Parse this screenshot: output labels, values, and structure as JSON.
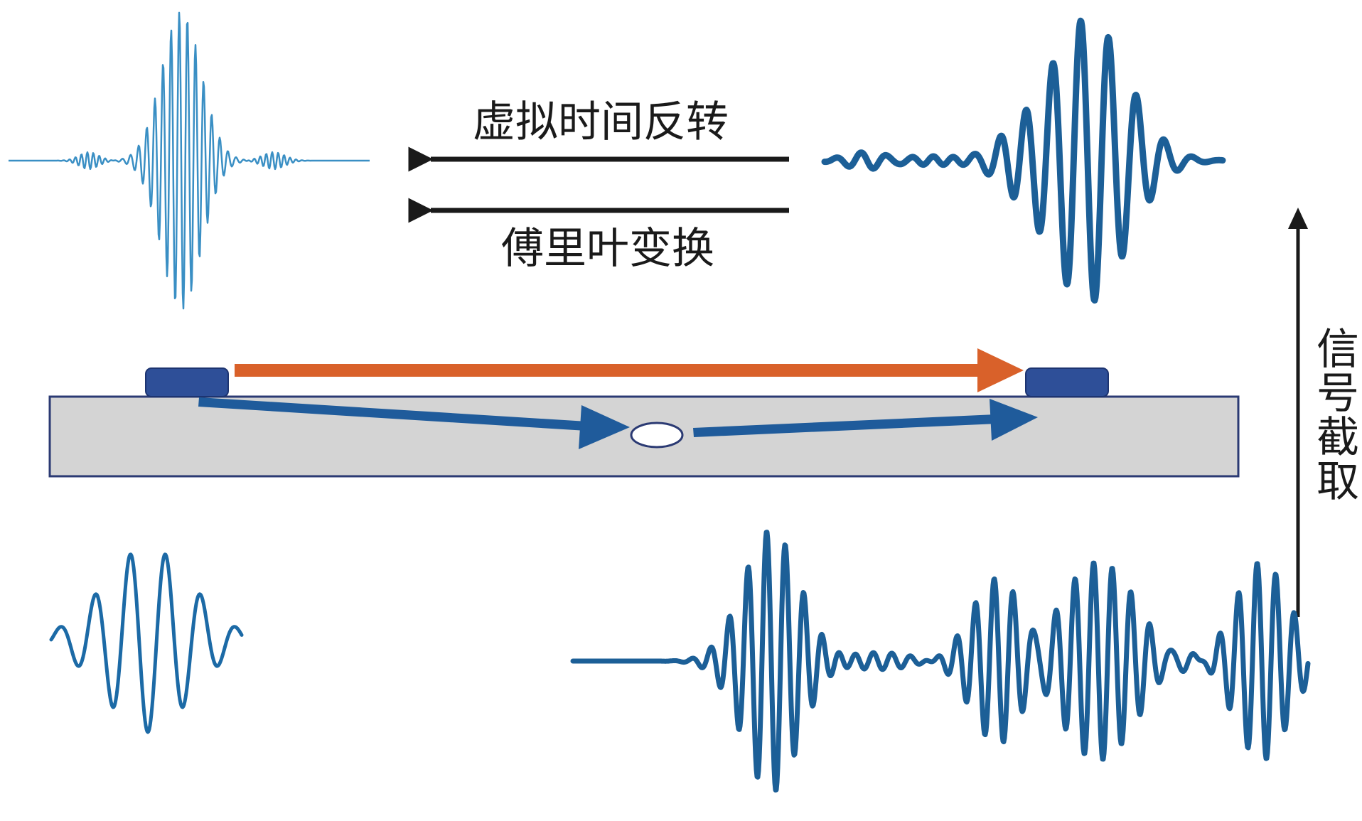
{
  "labels": {
    "virtual_time_reversal": "虚拟时间反转",
    "fourier_transform": "傅里叶变换",
    "signal_extraction": [
      "信",
      "号",
      "截",
      "取"
    ]
  },
  "colors": {
    "wave_light": "#3a8fc4",
    "wave_dark": "#1c5f97",
    "plate_fill": "#d4d4d4",
    "plate_stroke": "#2b3a73",
    "transducer": "#2e4f98",
    "direct_path": "#d9612a",
    "scatter_path": "#1f5b9b",
    "arrow_black": "#1a1a1a"
  }
}
